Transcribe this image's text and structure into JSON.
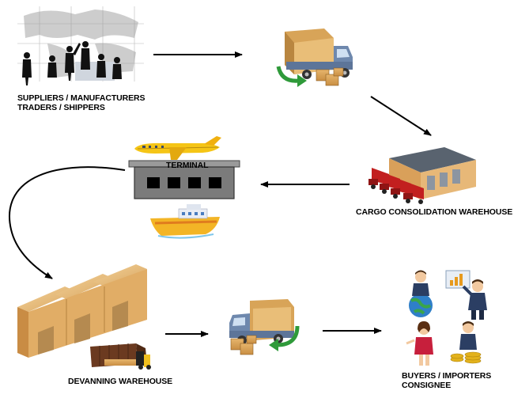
{
  "nodes": {
    "suppliers": {
      "line1": "SUPPLIERS / MANUFACTURERS",
      "line2": "TRADERS / SHIPPERS"
    },
    "consolidation": {
      "label": "CARGO CONSOLIDATION WAREHOUSE"
    },
    "terminal": {
      "label": "TERMINAL"
    },
    "devanning": {
      "label": "DEVANNING WAREHOUSE"
    },
    "buyers": {
      "line1": "BUYERS / IMPORTERS",
      "line2": "CONSIGNEE"
    }
  },
  "icons": [
    "businessmen-world-map-icon",
    "truck-loading-icon",
    "warehouse-trucks-icon",
    "cargo-plane-icon",
    "terminal-building-icon",
    "cargo-ship-icon",
    "warehouse-container-icon",
    "truck-unloading-icon",
    "business-people-icon"
  ],
  "colors": {
    "arrow": "#000000",
    "cardboard": "#d9a45a",
    "truck": "#6f86a8",
    "plane": "#f5c516",
    "ship_hull": "#f3b526",
    "terminal": "#7b7b7b"
  }
}
